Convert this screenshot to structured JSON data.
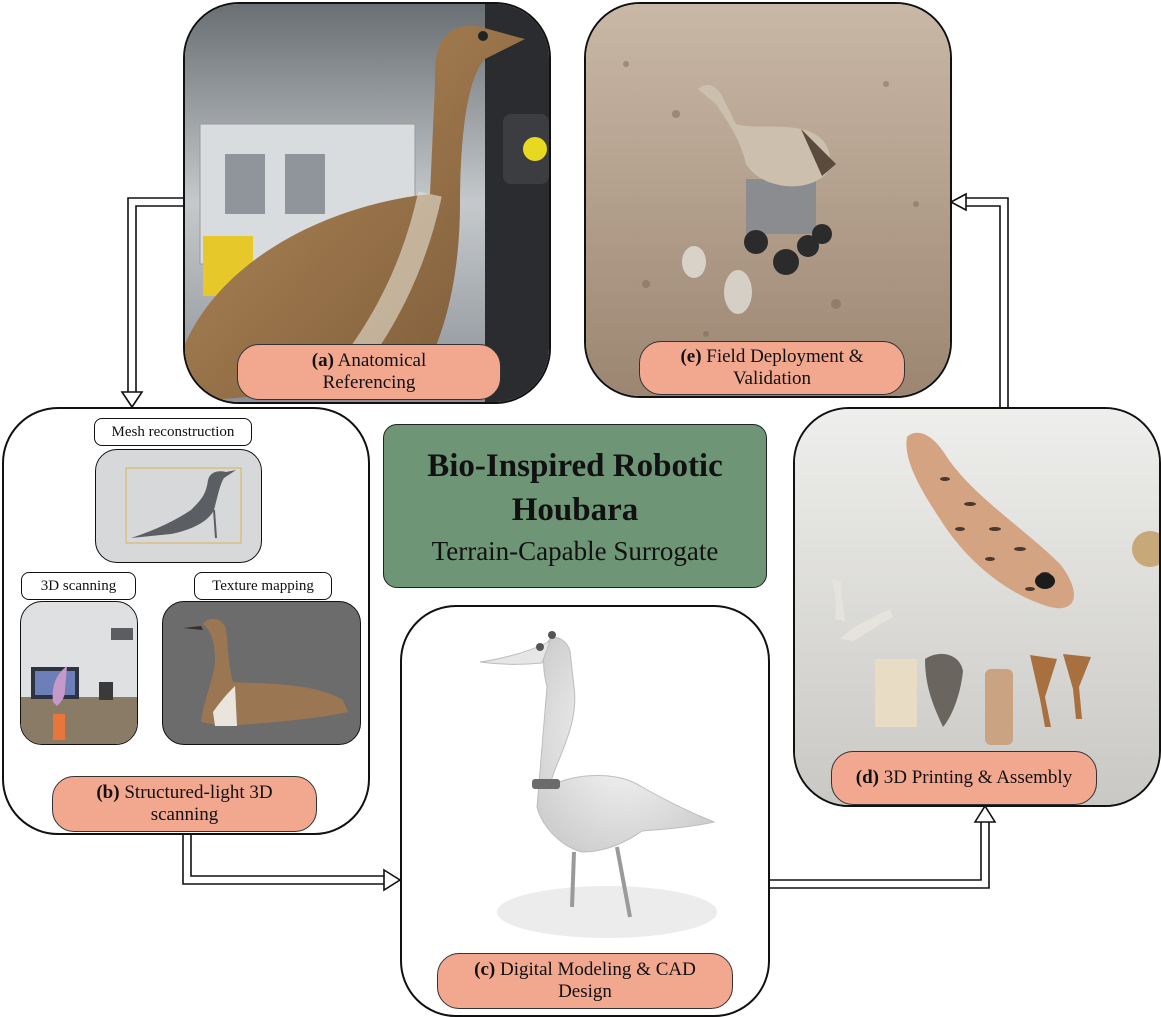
{
  "title": {
    "line1": "Bio-Inspired Robotic",
    "line2": "Houbara",
    "subtitle": "Terrain-Capable Surrogate"
  },
  "panels": {
    "a": {
      "tag": "(a)",
      "text1": " Anatomical",
      "text2": "Referencing"
    },
    "b": {
      "tag": "(b)",
      "text1": " Structured-light 3D",
      "text2": "scanning",
      "sub": {
        "mesh": "Mesh reconstruction",
        "scan": "3D scanning",
        "texture": "Texture mapping"
      }
    },
    "c": {
      "tag": "(c)",
      "text1": " Digital Modeling & CAD",
      "text2": "Design"
    },
    "d": {
      "tag": "(d)",
      "text1": " 3D Printing & Assembly"
    },
    "e": {
      "tag": "(e)",
      "text1": " Field Deployment &",
      "text2": "Validation"
    }
  },
  "colors": {
    "label_fill": "#f2a78f",
    "title_fill": "#6f9577",
    "outline": "#111111"
  }
}
